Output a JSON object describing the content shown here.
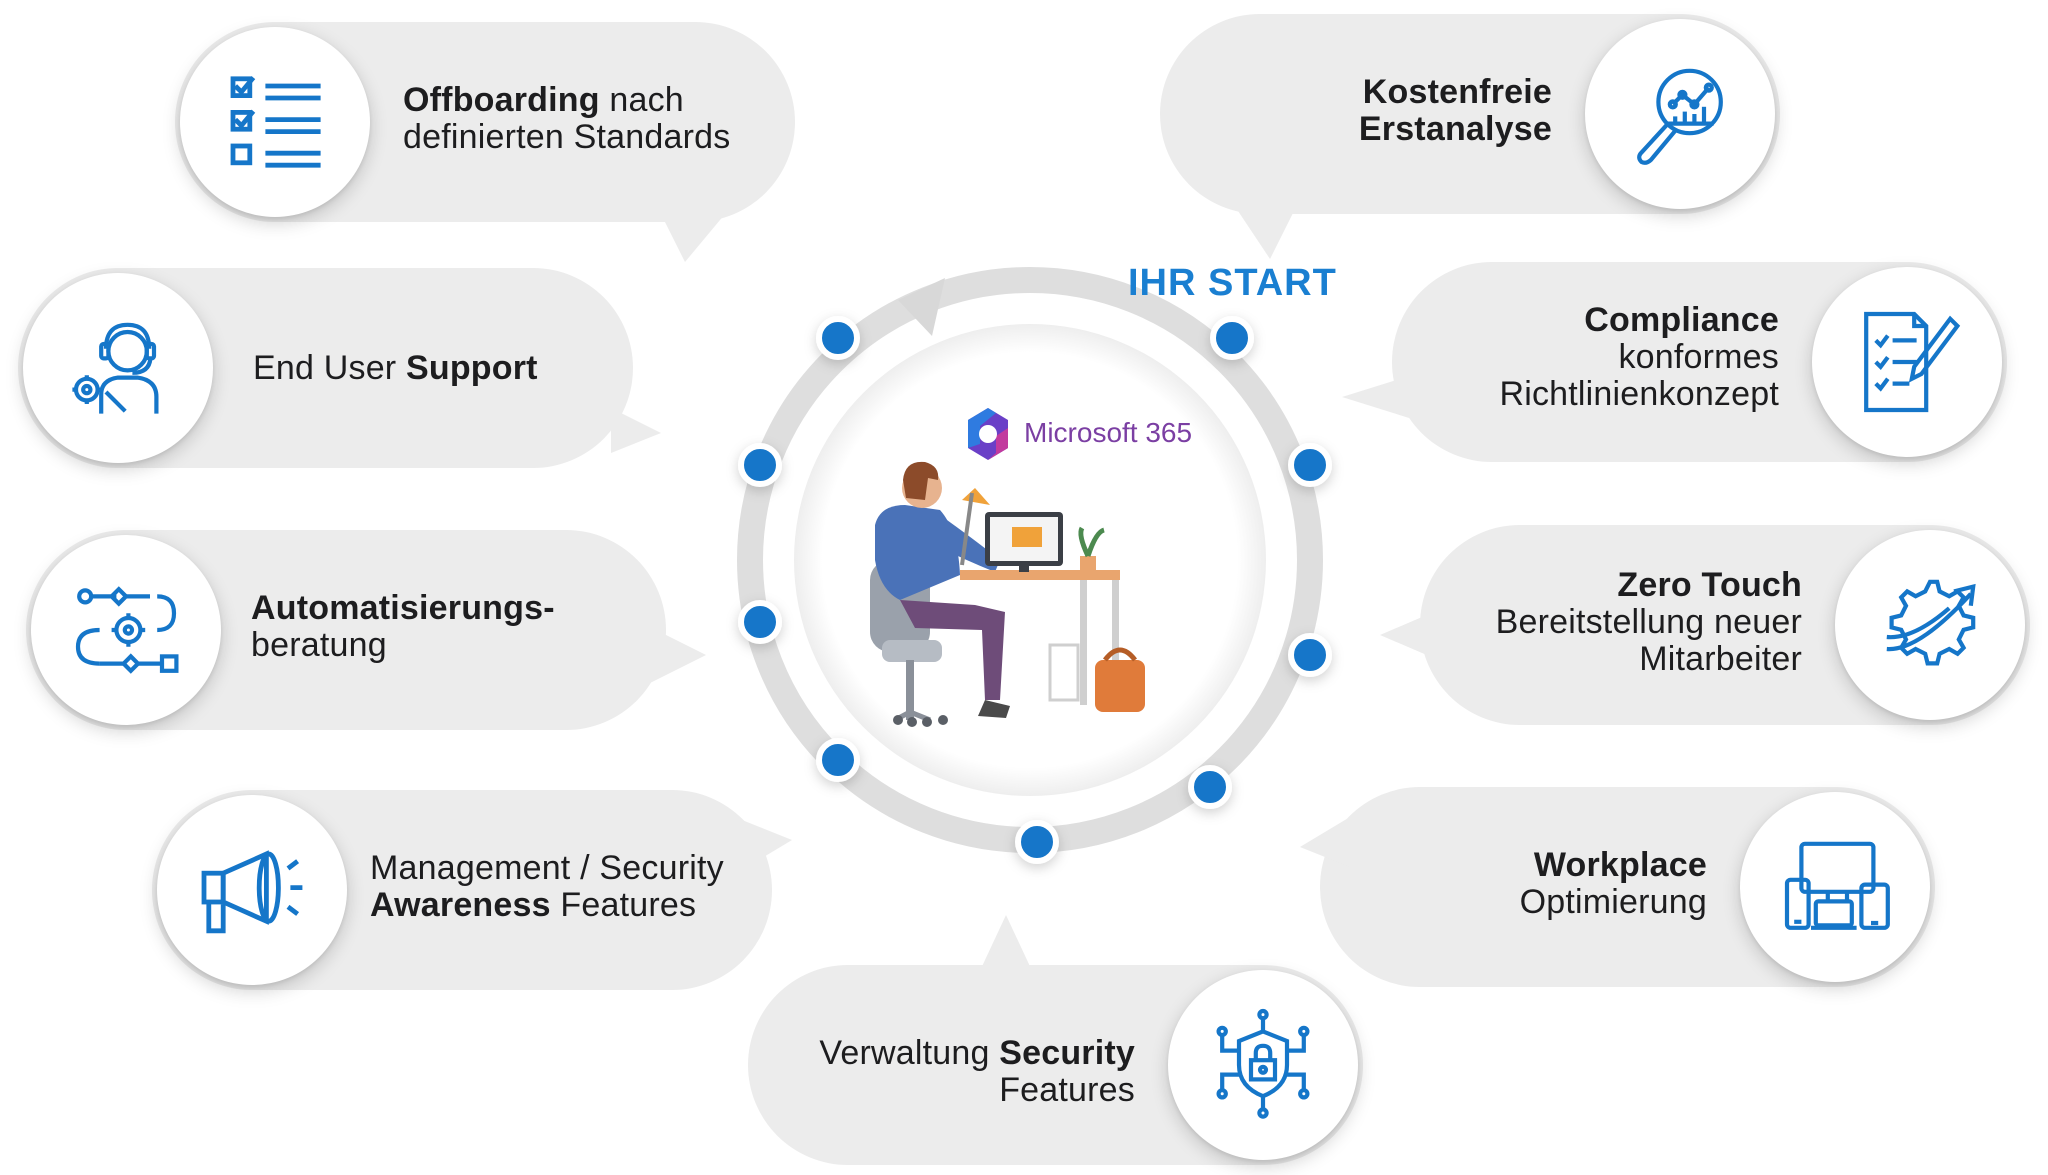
{
  "center": {
    "start_label": "IHR START",
    "brand": "Microsoft 365"
  },
  "cards": [
    {
      "id": "offboarding",
      "bold": "Offboarding",
      "regular": " nach",
      "line2": "definierten Standards",
      "icon": "checklist-icon"
    },
    {
      "id": "kostenfreie",
      "bold": "Kostenfreie",
      "line2": "Erstanalyse",
      "icon": "magnifier-chart-icon"
    },
    {
      "id": "support",
      "regular": "End User ",
      "bold": "Support",
      "icon": "headset-support-icon"
    },
    {
      "id": "compliance",
      "bold": "Compliance",
      "line2": "konformes",
      "line3": "Richtlinienkonzept",
      "icon": "document-pen-icon"
    },
    {
      "id": "automatisierung",
      "bold": "Automatisierungs-",
      "line2": "beratung",
      "icon": "workflow-gear-icon"
    },
    {
      "id": "zero-touch",
      "bold": "Zero Touch",
      "line2": "Bereitstellung neuer",
      "line3": "Mitarbeiter",
      "icon": "gear-arrow-icon"
    },
    {
      "id": "awareness",
      "line1": "Management / Security",
      "bold": "Awareness",
      "regular": " Features",
      "icon": "megaphone-icon"
    },
    {
      "id": "workplace",
      "bold": "Workplace",
      "line2": "Optimierung",
      "icon": "devices-icon"
    },
    {
      "id": "security",
      "regular": "Verwaltung ",
      "bold": "Security",
      "line2": "Features",
      "icon": "shield-lock-circuit-icon"
    }
  ],
  "colors": {
    "accent": "#1a7fd1",
    "bubble": "#ececec",
    "ring": "#dcdcdc",
    "brand": "#7b3fa3"
  }
}
